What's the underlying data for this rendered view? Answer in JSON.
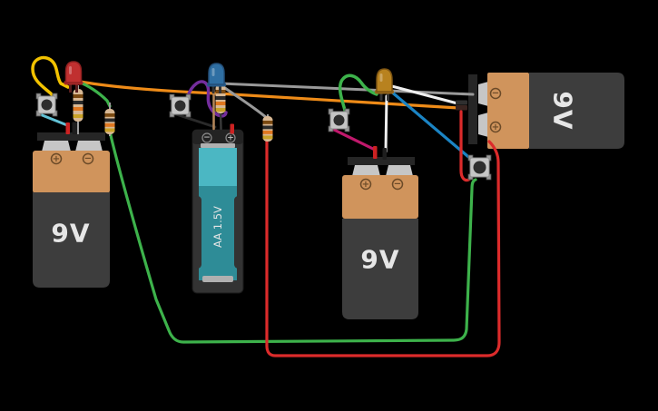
{
  "app": {
    "name": "circuit-simulator-canvas",
    "background": "#000000"
  },
  "batteries": {
    "b1": {
      "type": "9V battery",
      "label": "9V",
      "plus": "+",
      "minus": "−"
    },
    "b2": {
      "type": "AA battery",
      "label": "AA 1.5V",
      "plus": "+",
      "minus": "−"
    },
    "b3": {
      "type": "9V battery",
      "label": "9V",
      "plus": "+",
      "minus": "−"
    },
    "b4": {
      "type": "9V battery",
      "label": "9V",
      "plus": "+",
      "minus": "−"
    }
  },
  "components": {
    "leds": [
      "red-led",
      "blue-led",
      "amber-led"
    ],
    "resistors": [
      "resistor-1",
      "resistor-2",
      "resistor-3",
      "resistor-4"
    ],
    "pushbuttons": [
      "pushbutton-1",
      "pushbutton-2",
      "pushbutton-3",
      "pushbutton-4"
    ]
  },
  "colors": {
    "battery_orange": "#d0945c",
    "battery_dark": "#3d3d3d",
    "battery_strip": "#262626",
    "battery_cap": "#c6c6c6",
    "label_light": "#e6e6e6",
    "symbol_dark": "#6b4a28",
    "aa_holder": "#333333",
    "aa_teal_light": "#4bb7c3",
    "aa_teal_dark": "#2e8c97",
    "silver": "#b0b0b0",
    "led_red": "#c03030",
    "led_red_rim": "#8f2020",
    "led_blue": "#2f6fa3",
    "led_blue_rim": "#234f79",
    "led_amber": "#b8821f",
    "led_amber_rim": "#7d5412",
    "resistor_body": "#d8b894",
    "band_brown": "#7b4a12",
    "band_black": "#2b2b2b",
    "band_orange": "#e07820",
    "band_gold": "#c9a227",
    "button_body": "#c6c6c6",
    "button_pin": "#9a9a9a",
    "button_center": "#2e2e2e",
    "wire_yellow": "#f2c200",
    "wire_cyan": "#62c2d6",
    "wire_orange": "#ee8b18",
    "wire_green": "#3db24b",
    "wire_gray": "#999999",
    "wire_white": "#efefef",
    "wire_blue": "#1b84c4",
    "wire_purple": "#742d9c",
    "wire_magenta": "#c0196c",
    "wire_black": "#2a2a2a",
    "wire_red": "#dc2b2b",
    "wire_tan": "#b5885a",
    "lead_dark": "#1e1e1e",
    "lead_red": "#cc2222",
    "lead_gray": "#9e9e9e",
    "connector_dark": "#2f2f2f"
  },
  "wires": [
    {
      "name": "yellow-jumper",
      "color_key": "wire_yellow"
    },
    {
      "name": "cyan-jumper",
      "color_key": "wire_cyan"
    },
    {
      "name": "orange-long-jumper",
      "color_key": "wire_orange"
    },
    {
      "name": "green-long-jumper",
      "color_key": "wire_green"
    },
    {
      "name": "gray-long-jumper",
      "color_key": "wire_gray"
    },
    {
      "name": "gray-short-jumper",
      "color_key": "wire_gray"
    },
    {
      "name": "white-diagonal-jumper",
      "color_key": "wire_white"
    },
    {
      "name": "white-vertical-jumper",
      "color_key": "wire_white"
    },
    {
      "name": "blue-diagonal-jumper",
      "color_key": "wire_blue"
    },
    {
      "name": "purple-loop-jumper",
      "color_key": "wire_purple"
    },
    {
      "name": "black-jumper",
      "color_key": "wire_black"
    },
    {
      "name": "green-loop-jumper",
      "color_key": "wire_green"
    },
    {
      "name": "magenta-jumper",
      "color_key": "wire_magenta"
    },
    {
      "name": "red-loop-jumper",
      "color_key": "wire_red"
    },
    {
      "name": "red-long-jumper",
      "color_key": "wire_red"
    },
    {
      "name": "tan-lead-wire",
      "color_key": "wire_tan"
    }
  ]
}
